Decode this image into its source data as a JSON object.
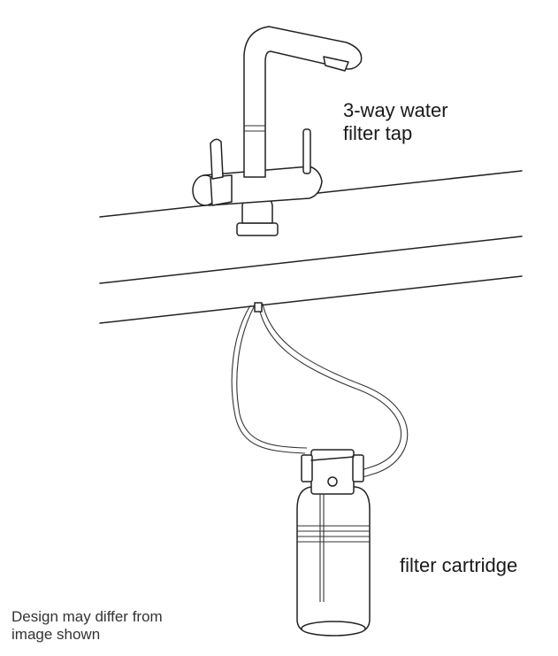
{
  "labels": {
    "tap_line1": "3-way water",
    "tap_line2": "filter tap",
    "cartridge": "filter cartridge",
    "disclaimer_line1": "Design may differ from",
    "disclaimer_line2": "image shown"
  },
  "colors": {
    "line": "#222222",
    "background": "#ffffff"
  }
}
